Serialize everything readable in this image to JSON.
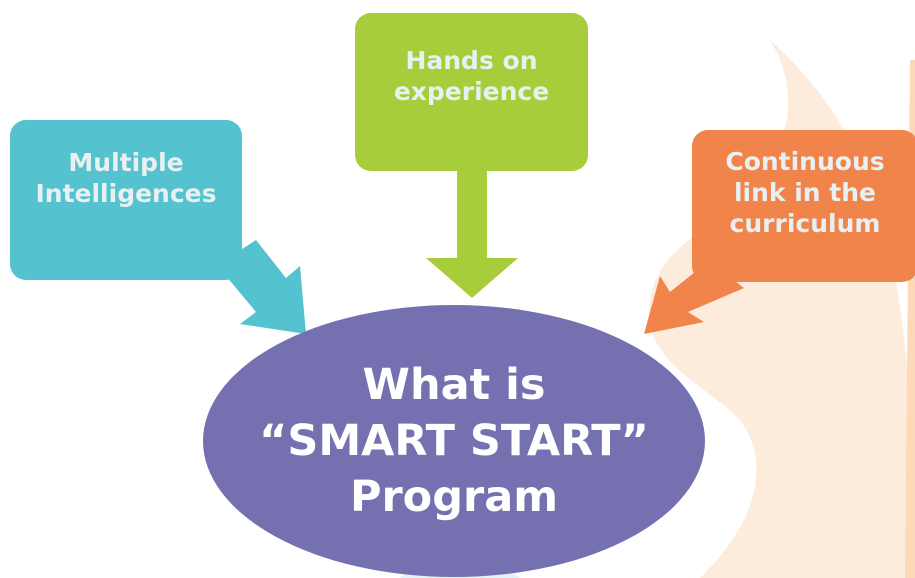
{
  "diagram": {
    "center": {
      "text": "What is\n“SMART START”\nProgram"
    },
    "callouts": [
      {
        "id": "left",
        "text": "Multiple\nIntelligences",
        "color": "#55c3cf"
      },
      {
        "id": "top",
        "text": "Hands on\nexperience",
        "color": "#a7cd3b"
      },
      {
        "id": "right",
        "text": "Continuous\nlink in the\ncurriculum",
        "color": "#f1844b"
      }
    ],
    "center_color": "#7570b0",
    "decor_color": "#fdebd6"
  }
}
